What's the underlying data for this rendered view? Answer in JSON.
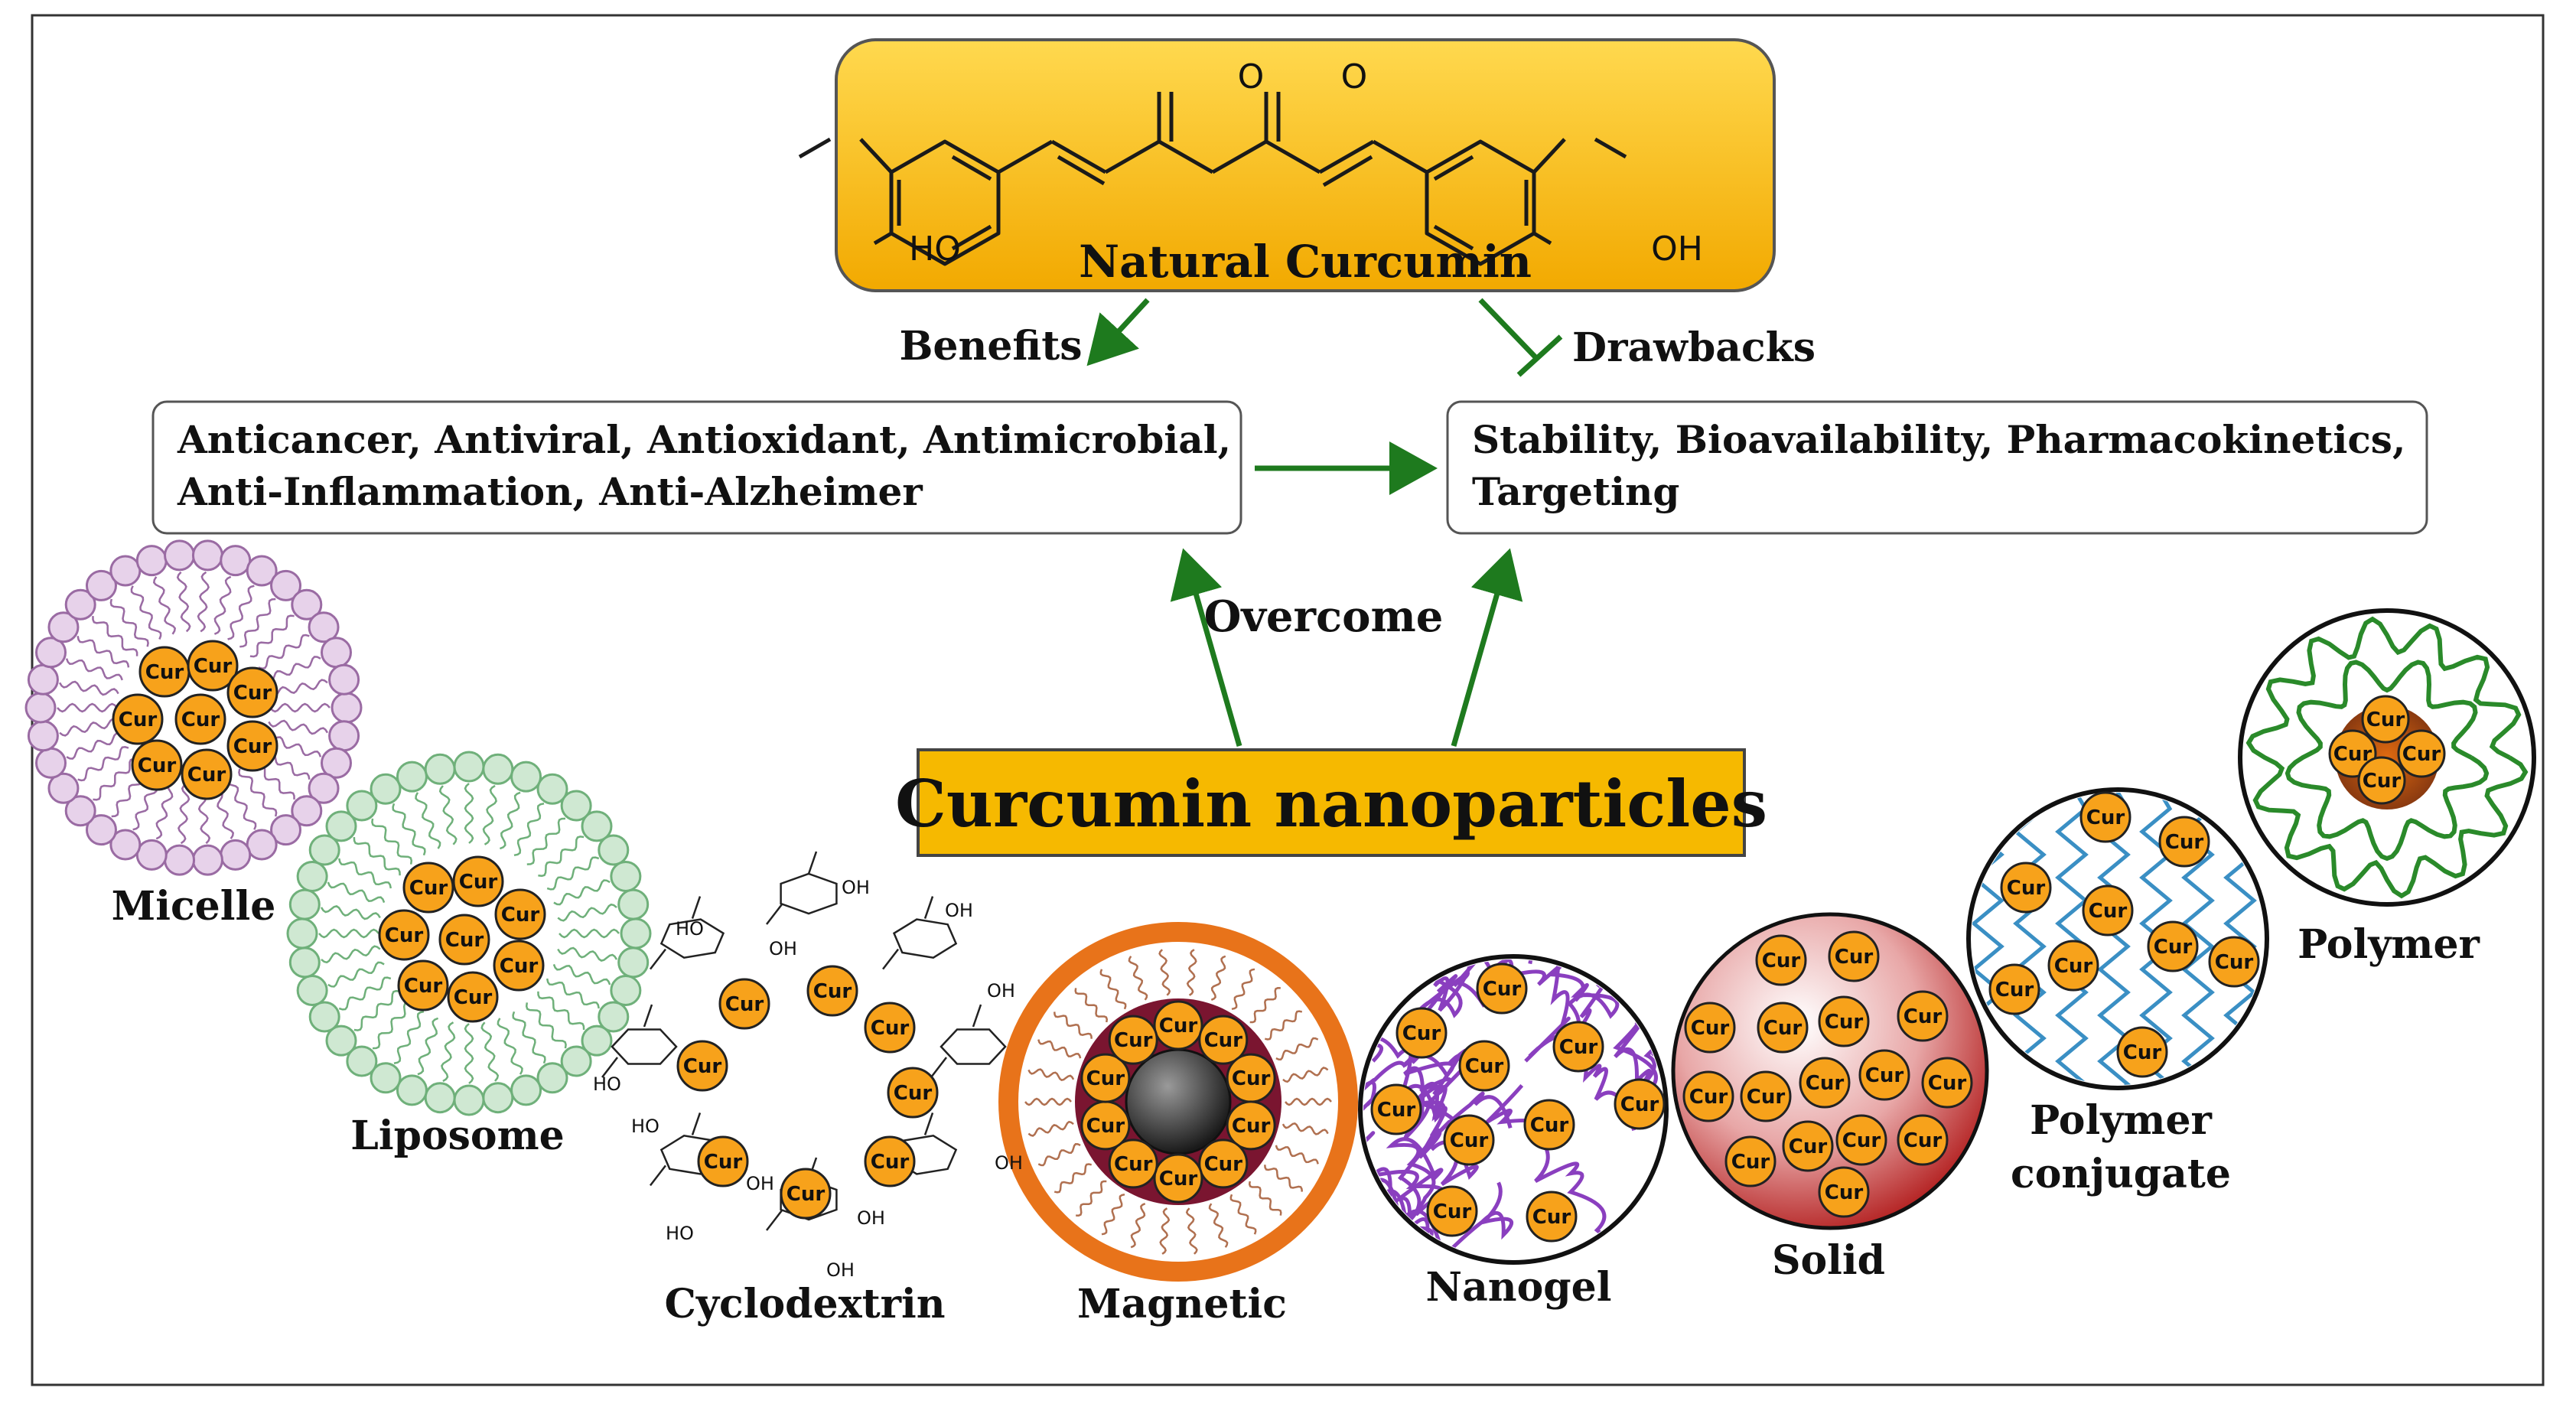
{
  "title": "Natural Curcumin",
  "molecule": {
    "o_left": "O",
    "o_right": "O",
    "ho_left": "HO",
    "oh_right": "OH"
  },
  "labels": {
    "benefits": "Benefits",
    "drawbacks": "Drawbacks",
    "overcome": "Overcome",
    "benefits_line1": "Anticancer,  Antiviral,  Antioxidant,  Antimicrobial,",
    "benefits_line2": "Anti-Inflammation, Anti-Alzheimer",
    "drawbacks_line1": "Stability, Bioavailability, Pharmacokinetics,",
    "drawbacks_line2": "Targeting",
    "center": "Curcumin nanoparticles"
  },
  "cur_label": "Cur",
  "cyclodextrin_oh": "OH",
  "cyclodextrin_ho": "HO",
  "nanoparticles": [
    {
      "key": "micelle",
      "name": "Micelle"
    },
    {
      "key": "liposome",
      "name": "Liposome"
    },
    {
      "key": "cyclodextrin",
      "name": "Cyclodextrin"
    },
    {
      "key": "magnetic",
      "name": "Magnetic"
    },
    {
      "key": "nanogel",
      "name": "Nanogel"
    },
    {
      "key": "solid",
      "name": "Solid"
    },
    {
      "key": "polymer_conjugate",
      "name_line1": "Polymer",
      "name_line2": "conjugate"
    },
    {
      "key": "polymer",
      "name": "Polymer"
    }
  ],
  "colors": {
    "gold_top": "#ffd24a",
    "gold_bottom": "#f0a800",
    "center_box": "#f6b900",
    "cur_fill": "#f7a21b",
    "arrow_green": "#1e7a1e",
    "micelle": "#9a6ba3",
    "liposome": "#6fb07a",
    "magnetic_outer": "#e8731a",
    "magnetic_inner": "#7a1530",
    "nanogel": "#8a3fbf",
    "solid": "#b81e1e",
    "conjugate": "#3a8fc4",
    "polymer": "#2a8a2a"
  }
}
